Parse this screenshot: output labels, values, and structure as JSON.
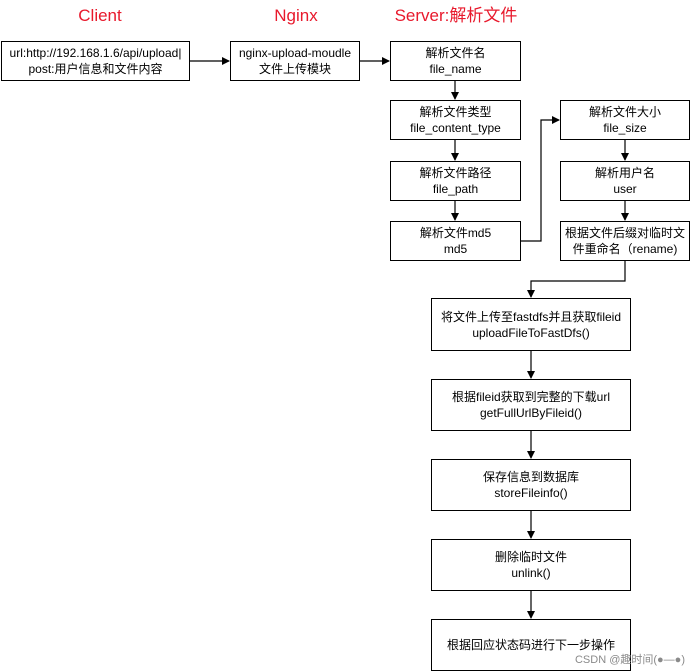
{
  "headers": {
    "client": "Client",
    "nginx": "Nginx",
    "server": "Server:解析文件"
  },
  "nodes": {
    "client_request": {
      "line1": "url:http://192.168.1.6/api/upload|",
      "line2": "post:用户信息和文件内容"
    },
    "nginx_module": {
      "line1": "nginx-upload-moudle",
      "line2": "文件上传模块"
    },
    "parse_file_name": {
      "line1": "解析文件名",
      "line2": "file_name"
    },
    "parse_content_type": {
      "line1": "解析文件类型",
      "line2": "file_content_type"
    },
    "parse_file_path": {
      "line1": "解析文件路径",
      "line2": "file_path"
    },
    "parse_md5": {
      "line1": "解析文件md5",
      "line2": "md5"
    },
    "parse_file_size": {
      "line1": "解析文件大小",
      "line2": "file_size"
    },
    "parse_user": {
      "line1": "解析用户名",
      "line2": "user"
    },
    "rename": {
      "line1": "根据文件后缀对临时文",
      "line2": "件重命名（rename)"
    },
    "upload_fastdfs": {
      "line1": "将文件上传至fastdfs并且获取fileid",
      "line2": "uploadFileToFastDfs()"
    },
    "get_full_url": {
      "line1": "根据fileid获取到完整的下载url",
      "line2": "getFullUrlByFileid()"
    },
    "store_info": {
      "line1": "保存信息到数据库",
      "line2": "storeFileinfo()"
    },
    "delete_temp": {
      "line1": "删除临时文件",
      "line2": "unlink()"
    },
    "next_step": {
      "line1": "根据回应状态码进行下一步操作"
    }
  },
  "watermark": "CSDN @趣时间(●—●)",
  "colors": {
    "header": "#e8192c",
    "stroke": "#000000",
    "watermark": "#8a8a8a"
  }
}
